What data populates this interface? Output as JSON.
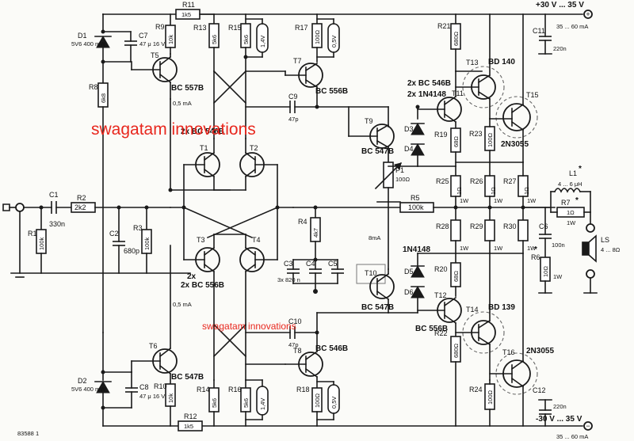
{
  "rails": {
    "positive": "+30 V ... 35 V",
    "negative": "-30 V ... 35 V",
    "pos_current": "35 ... 60 mA",
    "neg_current": "35 ... 60 mA"
  },
  "watermarks": [
    "swagatam innovations",
    "swagatam innovations"
  ],
  "footer_code": "83588 1",
  "resistors": {
    "R11": "R11",
    "R11_val": "1k5",
    "R9": "R9",
    "R9_val": "10k",
    "R13": "R13",
    "R13_val": "5k6",
    "R15": "R15",
    "R15_val": "5k6",
    "R17": "R17",
    "R17_val": "100Ω",
    "R21": "R21",
    "R21_val": "680Ω",
    "R8": "R8",
    "R8_val": "6k8",
    "R1": "R1",
    "R1_val": "100k",
    "R2": "R2",
    "R2_val": "2k2",
    "R3": "R3",
    "R3_val": "100k",
    "R4": "R4",
    "R4_val": "4k7",
    "R5": "R5",
    "R5_val": "100k",
    "R6": "R6",
    "R6_val": "10Ω",
    "R7": "R7",
    "R7_val": "1Ω",
    "R19": "R19",
    "R19_val": "68Ω",
    "R20": "R20",
    "R20_val": "68Ω",
    "R22": "R22",
    "R22_val": "680Ω",
    "R23": "R23",
    "R23_val": "100Ω",
    "R24": "R24",
    "R24_val": "100Ω",
    "R25": "R25",
    "R26": "R26",
    "R27": "R27",
    "R28": "R28",
    "R29": "R29",
    "R30": "R30",
    "emitter_val": "1Ω",
    "emitter_watt": "1W",
    "R10": "R10",
    "R10_val": "10k",
    "R12": "R12",
    "R12_val": "1k5",
    "R14": "R14",
    "R14_val": "5k6",
    "R16": "R16",
    "R16_val": "5k6",
    "R18": "R18",
    "R18_val": "100Ω"
  },
  "capacitors": {
    "C1": "C1",
    "C1_val": "330n",
    "C2": "C2",
    "C2_val": "680p",
    "C3": "C3",
    "C4": "C4",
    "C5": "C5",
    "C345_val": "3x 820 n",
    "C6": "C6",
    "C6_val": "100n",
    "C7": "C7",
    "C7_val": "47 μ 16 V",
    "C8": "C8",
    "C8_val": "47 μ 16 V",
    "C9": "C9",
    "C9_val": "47p",
    "C10": "C10",
    "C10_val": "47p",
    "C11": "C11",
    "C11_val": "220n",
    "C12": "C12",
    "C12_val": "220n"
  },
  "diodes": {
    "D1": "D1",
    "D1_val": "5V6 400 mW",
    "D2": "D2",
    "D2_val": "5V6 400 mW",
    "D3": "D3",
    "D4": "D4",
    "D5": "D5",
    "D6": "D6",
    "top_pair": "2x 1N4148",
    "bottom_pair": "1N4148"
  },
  "transistors": {
    "T1": "T1",
    "T2": "T2",
    "T3": "T3",
    "T4": "T4",
    "T5": "T5",
    "T5_type": "BC 557B",
    "T6": "T6",
    "T6_type": "BC 547B",
    "T7": "T7",
    "T7_type": "BC 556B",
    "T8": "T8",
    "T8_type": "BC 546B",
    "T9": "T9",
    "T9_type": "BC 547B",
    "T10": "T10",
    "T10_type": "BC 547B",
    "T11": "T11",
    "T11_type": "2x BC 546B",
    "T12": "T12",
    "T12_type": "BC 556B",
    "T13": "T13",
    "T13_type": "BD 140",
    "T14": "T14",
    "T14_type": "BD 139",
    "T15": "T15",
    "T15_type": "2N3055",
    "T16": "T16",
    "T16_type": "2N3055",
    "T12_pair": "2x BC 546B",
    "T34_pair": "2x BC 556B"
  },
  "misc": {
    "P1": "P1",
    "P1_val": "100Ω",
    "L1": "L1",
    "L1_val": "4 ... 6 μH",
    "LS": "LS",
    "LS_val": "4 ... 8Ω",
    "current_top": "0,5 mA",
    "current_bottom": "0,5 mA",
    "bias_current": "8mA",
    "v_r15": "1,4V",
    "v_r17": "0,5V",
    "v_r16": "1,4V",
    "v_r18": "0,5V",
    "star": "*"
  }
}
